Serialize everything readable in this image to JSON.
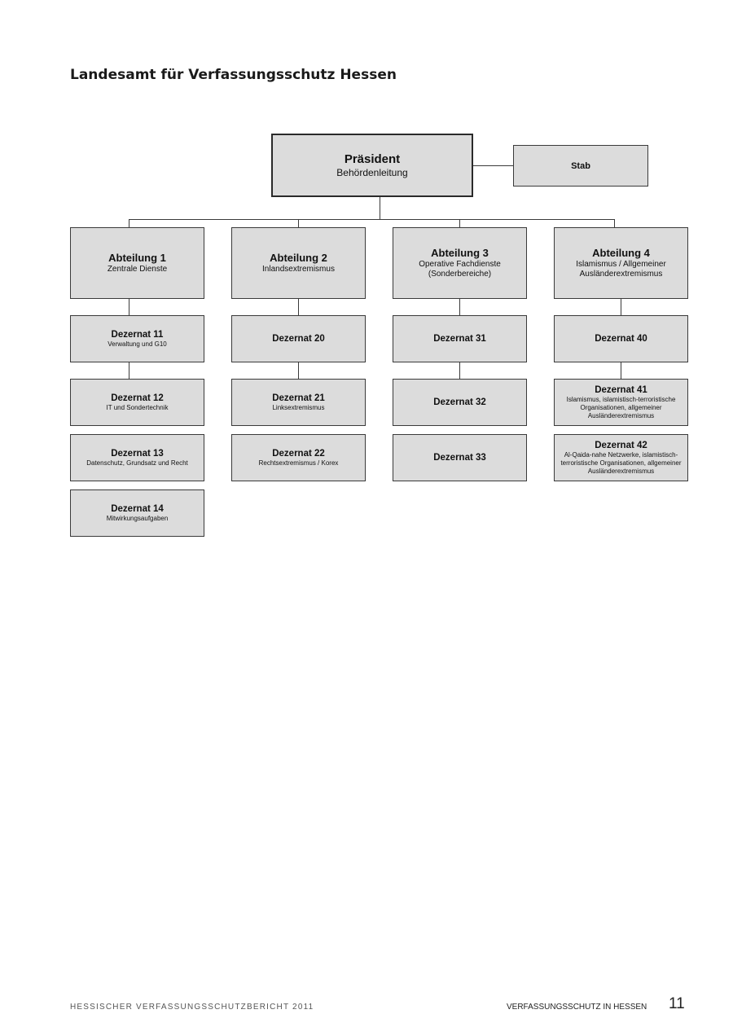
{
  "page": {
    "title": "Landesamt für Verfassungsschutz Hessen",
    "footer_left": "HESSISCHER VERFASSUNGSSCHUTZBERICHT 2011",
    "footer_right": "VERFASSUNGSSCHUTZ IN HESSEN",
    "page_number": "11"
  },
  "org": {
    "president": {
      "title": "Präsident",
      "subtitle": "Behördenleitung"
    },
    "stab": {
      "title": "Stab"
    },
    "departments": [
      {
        "title": "Abteilung 1",
        "subtitle": "Zentrale Dienste",
        "units": [
          {
            "title": "Dezernat 11",
            "subtitle": "Verwaltung und G10"
          },
          {
            "title": "Dezernat 12",
            "subtitle": "IT und Sondertechnik"
          },
          {
            "title": "Dezernat 13",
            "subtitle": "Datenschutz, Grundsatz und Recht"
          },
          {
            "title": "Dezernat 14",
            "subtitle": "Mitwirkungsaufgaben"
          }
        ]
      },
      {
        "title": "Abteilung 2",
        "subtitle": "Inlandsextremismus",
        "units": [
          {
            "title": "Dezernat 20",
            "subtitle": ""
          },
          {
            "title": "Dezernat 21",
            "subtitle": "Linksextremismus"
          },
          {
            "title": "Dezernat 22",
            "subtitle": "Rechtsextremismus / Korex"
          }
        ]
      },
      {
        "title": "Abteilung 3",
        "subtitle": "Operative Fachdienste (Sonderbereiche)",
        "units": [
          {
            "title": "Dezernat 31",
            "subtitle": ""
          },
          {
            "title": "Dezernat 32",
            "subtitle": ""
          },
          {
            "title": "Dezernat 33",
            "subtitle": ""
          }
        ]
      },
      {
        "title": "Abteilung 4",
        "subtitle": "Islamismus / Allgemeiner Ausländerextremismus",
        "units": [
          {
            "title": "Dezernat 40",
            "subtitle": ""
          },
          {
            "title": "Dezernat 41",
            "subtitle": "Islamismus, islamistisch-terroristische Organisationen, allgemeiner Ausländerextremismus"
          },
          {
            "title": "Dezernat 42",
            "subtitle": "Al-Qaida-nahe Netzwerke, islamistisch-terroristische Organisationen, allgemeiner Ausländerextremismus"
          }
        ]
      }
    ]
  },
  "colors": {
    "box_fill": "#dcdcdc",
    "line": "#3a3a3a"
  }
}
